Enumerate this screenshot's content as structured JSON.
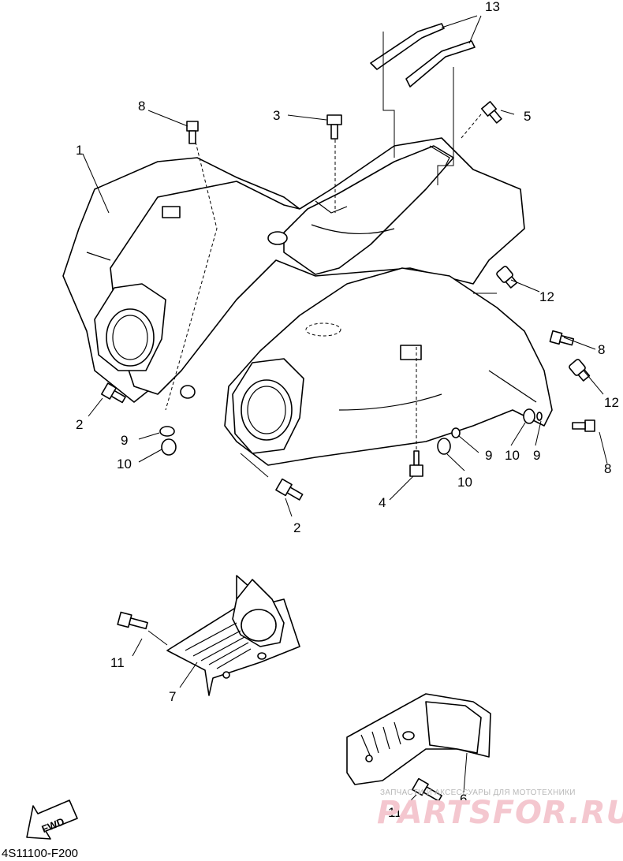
{
  "diagram": {
    "callouts": {
      "c1": "1",
      "c2a": "2",
      "c2b": "2",
      "c3": "3",
      "c4": "4",
      "c5": "5",
      "c6": "6",
      "c7": "7",
      "c8a": "8",
      "c8b": "8",
      "c8c": "8",
      "c9a": "9",
      "c9b": "9",
      "c9c": "9",
      "c10a": "10",
      "c10b": "10",
      "c10c": "10",
      "c11a": "11",
      "c11b": "11",
      "c12a": "12",
      "c12b": "12",
      "c13": "13"
    },
    "fwd_label": "FWD",
    "diagram_code": "4S11100-F200"
  },
  "watermark": {
    "tagline": "ЗАПЧАСТИ И АКСЕССУАРЫ ДЛЯ МОТОТЕХНИКИ",
    "logo": "PARTSFOR.RU"
  },
  "colors": {
    "line": "#000000",
    "watermark_logo": "#f4c7cf",
    "watermark_text": "#b8b8b8"
  }
}
